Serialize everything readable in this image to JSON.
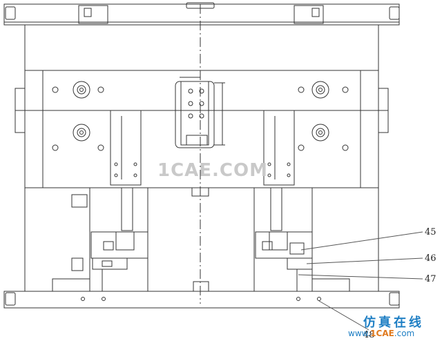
{
  "callouts": {
    "c45": "45",
    "c46": "46",
    "c47": "47",
    "c48": "48"
  },
  "watermark": {
    "center": "1CAE.COM",
    "chinese": "仿真在线",
    "url_prefix": "www.",
    "url_brand": "1CAE",
    "url_suffix": ".com"
  },
  "colors": {
    "line": "#333333",
    "watermark_blue": "#1f7fc4",
    "watermark_orange": "#e07a1f"
  }
}
